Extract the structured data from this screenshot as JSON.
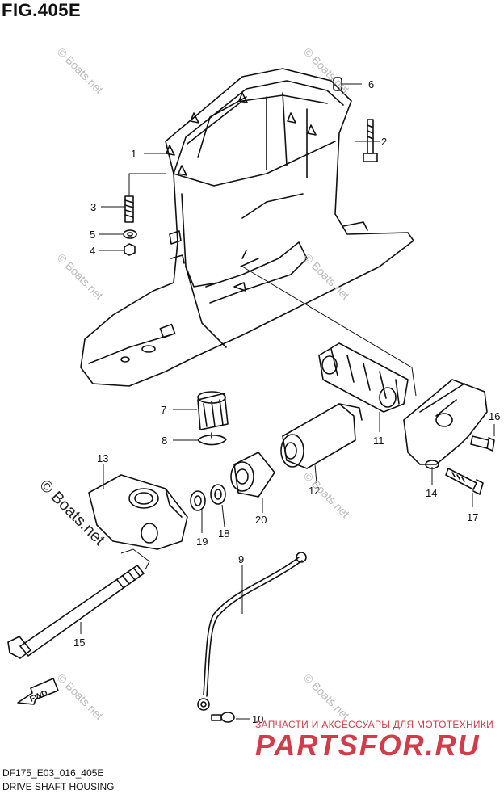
{
  "title": "FIG.405E",
  "footer": {
    "code": "DF175_E03_016_405E",
    "caption": "DRIVE SHAFT HOUSING"
  },
  "promo": {
    "tagline": "ЗАПЧАСТИ И АКСЕССУАРЫ ДЛЯ МОТОТЕХНИКИ",
    "brand": "PARTSFOR.RU"
  },
  "watermark": "© Boats.net",
  "fwd_label": "FWD",
  "callouts": [
    "1",
    "2",
    "3",
    "4",
    "5",
    "6",
    "7",
    "8",
    "9",
    "10",
    "11",
    "12",
    "13",
    "14",
    "15",
    "16",
    "17",
    "18",
    "19",
    "20"
  ]
}
